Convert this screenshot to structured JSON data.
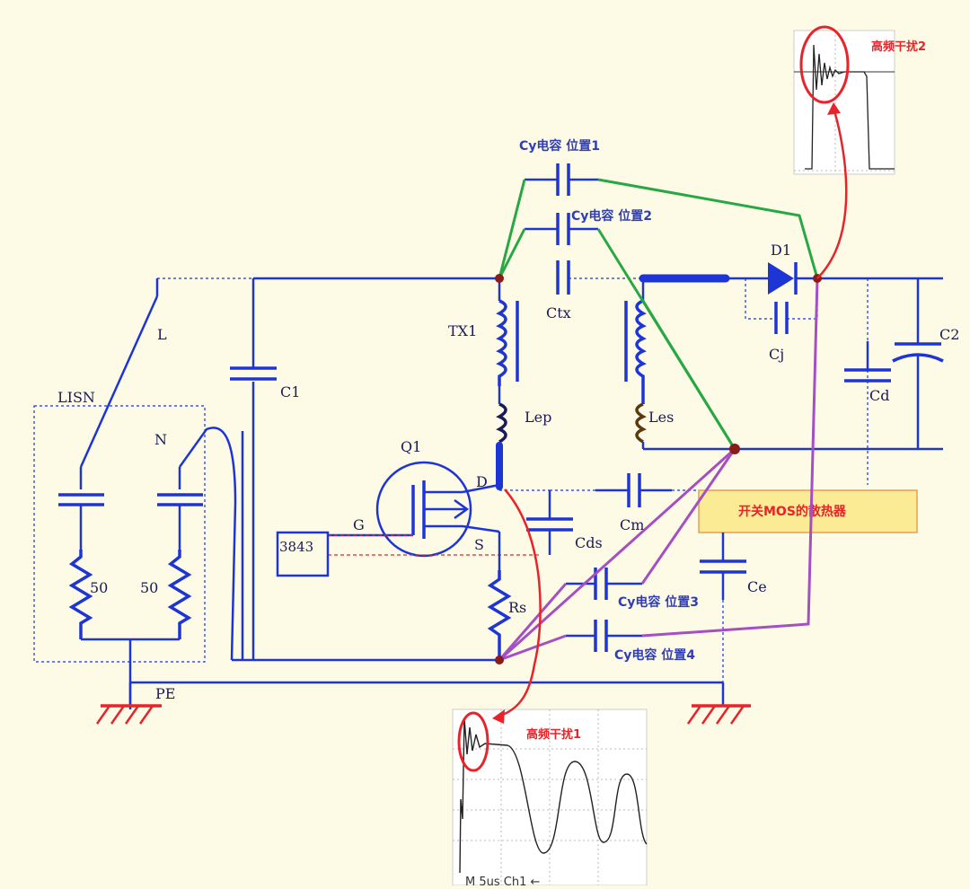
{
  "labels": {
    "L": "L",
    "N": "N",
    "LISN": "LISN",
    "C1": "C1",
    "TX1": "TX1",
    "Ctx": "Ctx",
    "Lep": "Lep",
    "Les": "Les",
    "D1": "D1",
    "Cj": "Cj",
    "C2": "C2",
    "Cd": "Cd",
    "Q1": "Q1",
    "D": "D",
    "G": "G",
    "S": "S",
    "ic": "3843",
    "Cds": "Cds",
    "Cm": "Cm",
    "Ce": "Ce",
    "Rs": "Rs",
    "R50a": "50",
    "R50b": "50",
    "PE": "PE"
  },
  "callouts": {
    "cy1": "Cy电容 位置1",
    "cy2": "Cy电容 位置2",
    "cy3": "Cy电容 位置3",
    "cy4": "Cy电容 位置4",
    "heatsink": "开关MOS的散热器",
    "hf1": "高频干扰1",
    "hf2": "高频干扰2"
  },
  "scope_text": "M  5us  Ch1  ←",
  "colors": {
    "wire": "#1e35d6",
    "green_path": "#27a844",
    "purple_path": "#a44fc4",
    "highlight": "#e8232a",
    "heatsink_fill": "#fbeb95",
    "node": "#8b1a1a"
  }
}
